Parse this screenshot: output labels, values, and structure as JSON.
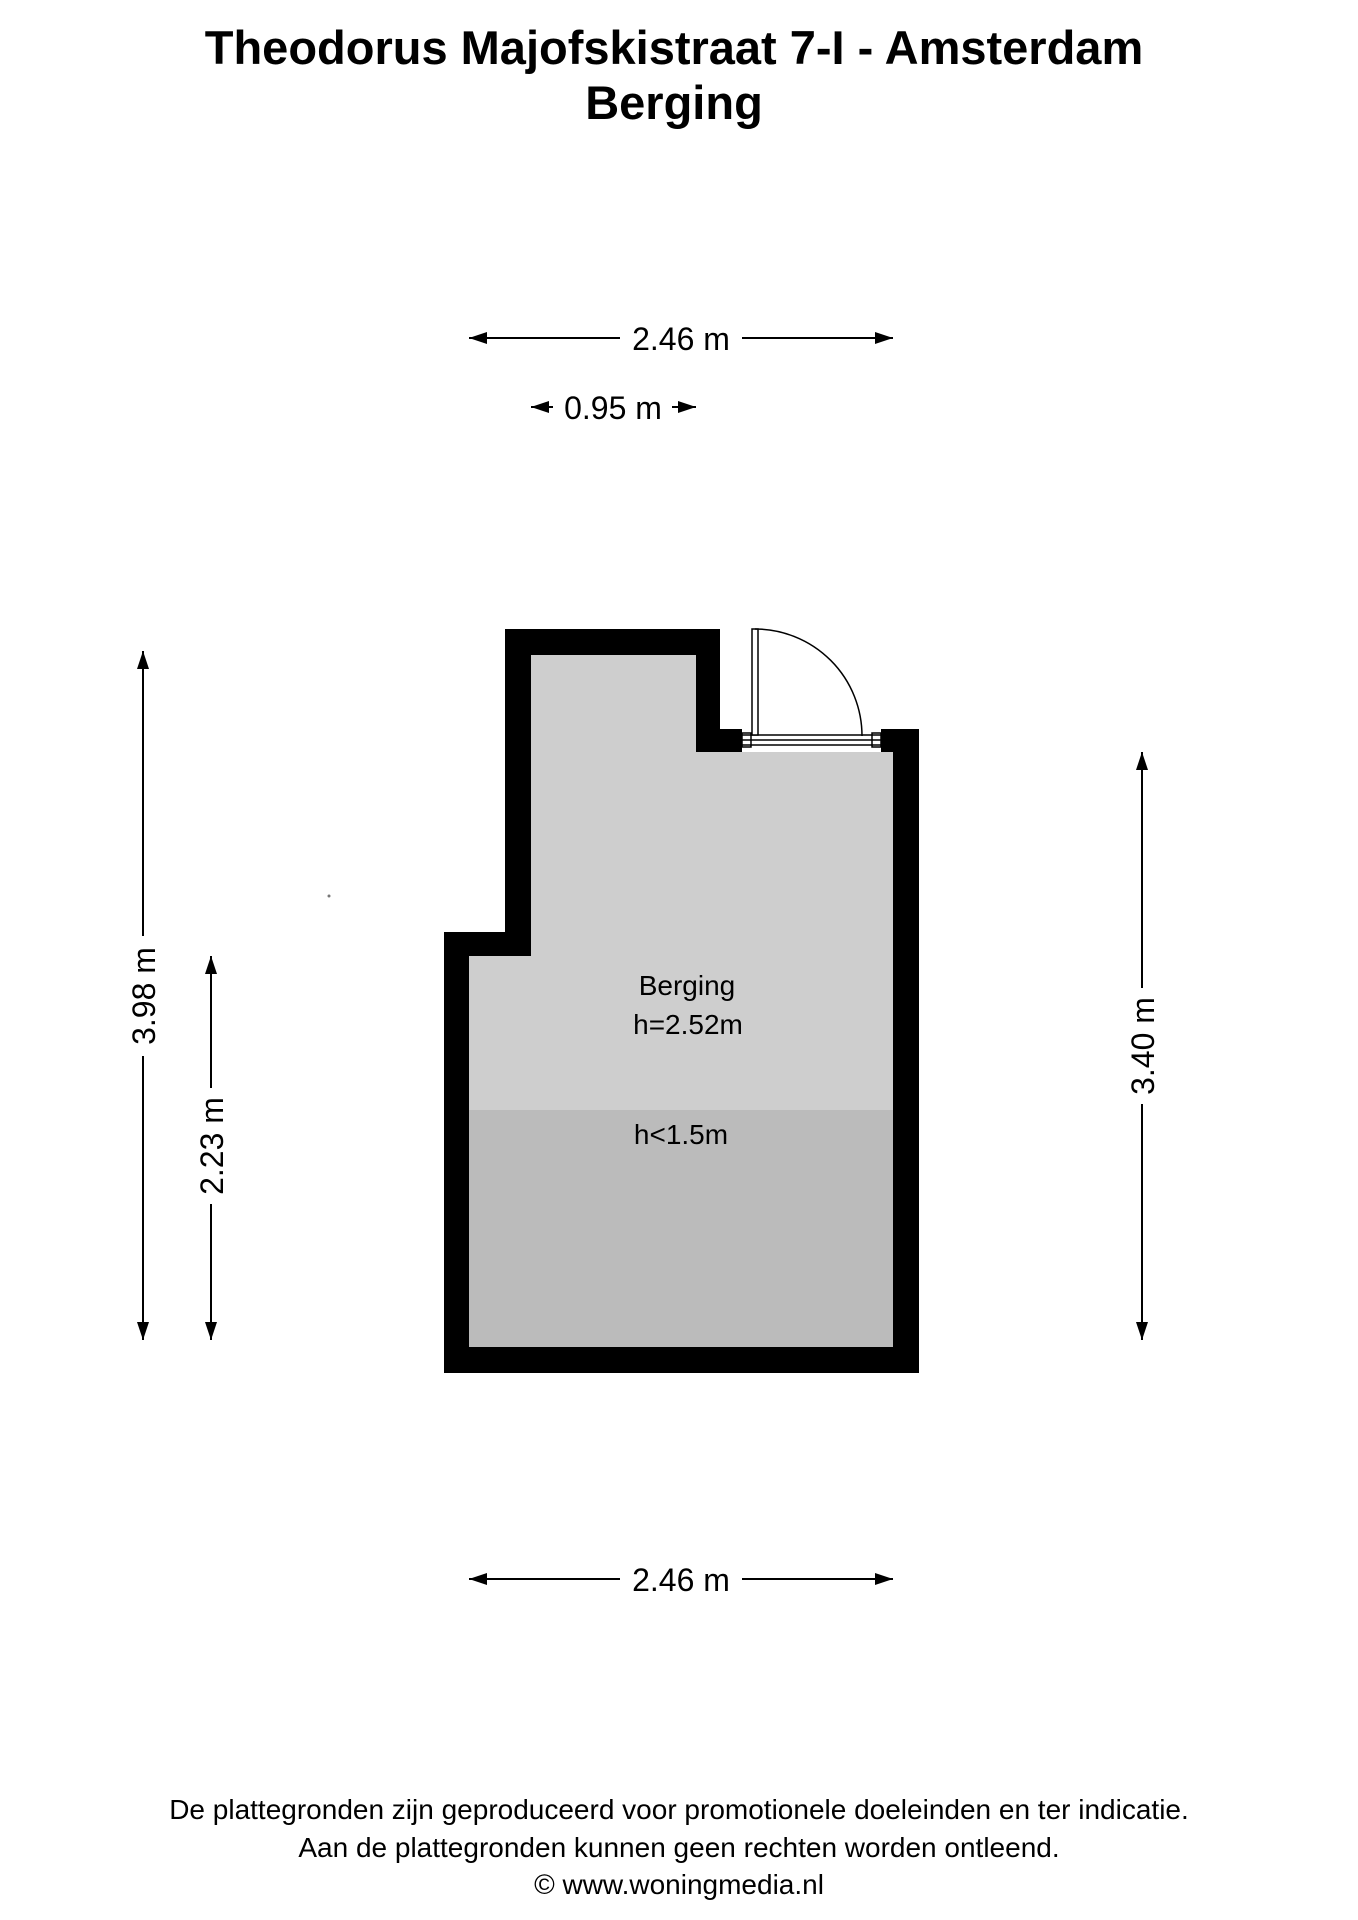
{
  "header": {
    "title": "Theodorus Majofskistraat 7-I - Amsterdam",
    "subtitle": "Berging"
  },
  "dimensions": {
    "top_width": "2.46 m",
    "top_door_offset": "0.95 m",
    "left_total": "3.98 m",
    "left_partial": "2.23 m",
    "right_height": "3.40 m",
    "bottom_width": "2.46 m"
  },
  "room": {
    "name": "Berging",
    "height": "h=2.52m",
    "low_zone": "h<1.5m"
  },
  "footer": {
    "line1": "De plattegronden zijn geproduceerd voor promotionele doeleinden en ter indicatie.",
    "line2": "Aan de plattegronden kunnen geen rechten worden ontleend.",
    "line3": "© www.woningmedia.nl"
  },
  "colors": {
    "wall": "#000000",
    "room_fill": "#cecece",
    "low_ceiling_fill": "#bbbbbb"
  }
}
